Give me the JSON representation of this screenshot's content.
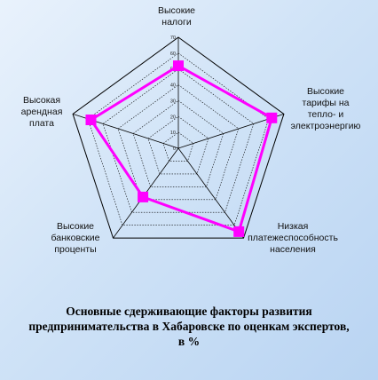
{
  "chart_data": {
    "type": "radar",
    "title": "Основные сдерживающие факторы  развития предпринимательства  в Хабаровске по оценкам экспертов, в %",
    "categories": [
      [
        "Высокие",
        "налоги"
      ],
      [
        "Высокие",
        "тарифы на",
        "тепло- и",
        "электроэнергию"
      ],
      [
        "Низкая",
        "платежеспособность",
        "населения"
      ],
      [
        "Высокие",
        "банковские",
        "проценты"
      ],
      [
        "Высокая",
        "арендная",
        "плата"
      ]
    ],
    "ticks": [
      "0",
      "10",
      "20",
      "30",
      "40",
      "50",
      "60",
      "70"
    ],
    "rlim": [
      0,
      70
    ],
    "series": [
      {
        "values": [
          52,
          62,
          65,
          38,
          58
        ],
        "color": "#ff00ff"
      }
    ]
  },
  "colors": {
    "grid": "#000000",
    "background": "#d6e6f8"
  }
}
